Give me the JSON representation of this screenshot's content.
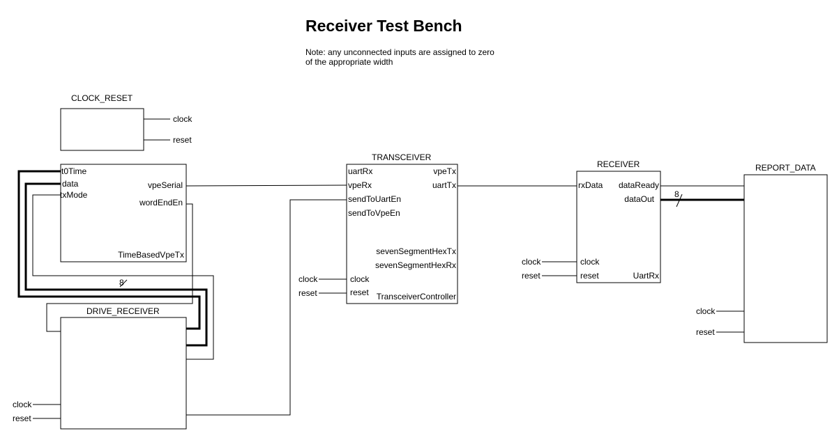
{
  "title": "Receiver Test Bench",
  "note": [
    "Note: any unconnected inputs are assigned to zero",
    "of the appropriate width"
  ],
  "blocks": {
    "clock_reset": {
      "name": "CLOCK_RESET",
      "ports": [
        "clock",
        "reset"
      ]
    },
    "tx": {
      "ports": [
        "t0Time",
        "data",
        "txMode",
        "vpeSerial",
        "wordEndEn"
      ],
      "type": "TimeBasedVpeTx"
    },
    "drive_receiver": {
      "name": "DRIVE_RECEIVER",
      "ext": [
        "clock",
        "reset"
      ]
    },
    "transceiver": {
      "name": "TRANSCEIVER",
      "ports": [
        "uartRx",
        "vpeRx",
        "sendToUartEn",
        "sendToVpeEn",
        "clock",
        "reset",
        "vpeTx",
        "uartTx",
        "sevenSegmentHexTx",
        "sevenSegmentHexRx"
      ],
      "type": "TransceiverController",
      "ext": [
        "clock",
        "reset"
      ]
    },
    "receiver": {
      "name": "RECEIVER",
      "ports": [
        "rxData",
        "clock",
        "reset",
        "dataReady",
        "dataOut"
      ],
      "type": "UartRx",
      "ext": [
        "clock",
        "reset"
      ]
    },
    "report_data": {
      "name": "REPORT_DATA",
      "ext": [
        "clock",
        "reset"
      ]
    }
  },
  "bus_width": [
    "8",
    "8"
  ]
}
